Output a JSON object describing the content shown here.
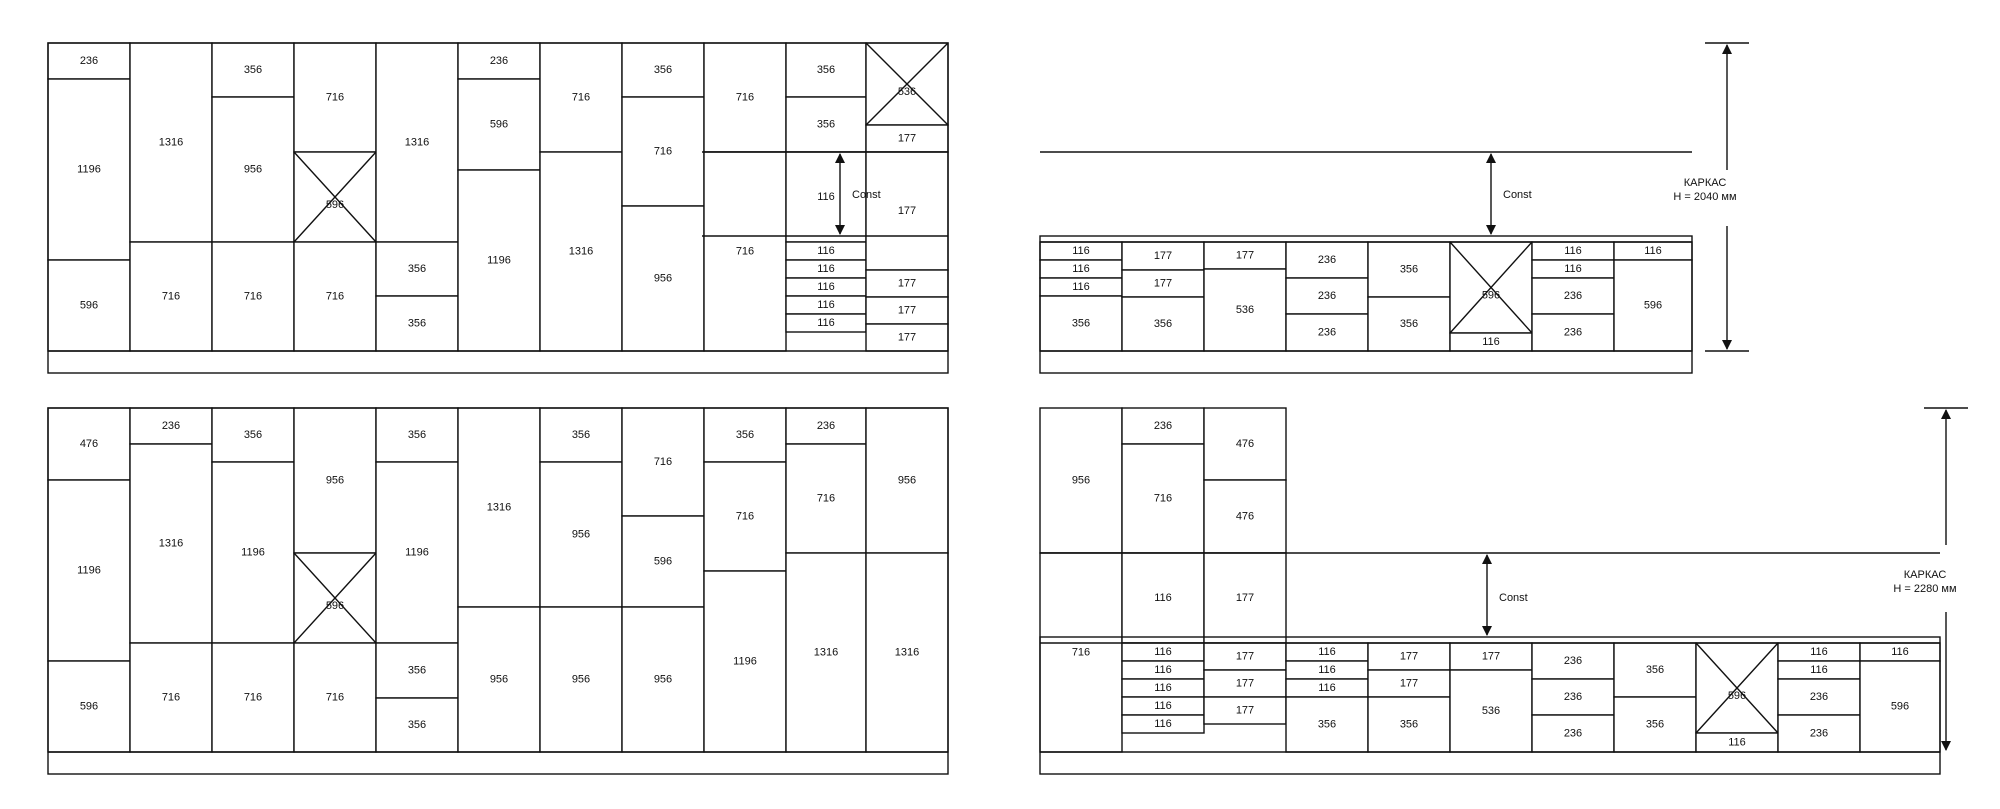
{
  "labels": {
    "const": "Const",
    "karkas": "КАРКАС",
    "h2040": "H = 2040 мм",
    "h2280": "H = 2280 мм"
  },
  "panels": [
    {
      "name": "panel-top-left",
      "columns": [
        [
          "236",
          "1196",
          "596"
        ],
        [
          "1316",
          "716"
        ],
        [
          "356",
          "956",
          "716"
        ],
        [
          "716",
          "X:596",
          "716"
        ],
        [
          "1316",
          "356",
          "356"
        ],
        [
          "236",
          "596",
          "1196"
        ],
        [
          "716",
          "1316"
        ],
        [
          "356",
          "716",
          "956"
        ],
        [
          "716",
          "716"
        ],
        [
          "356",
          "356",
          "116",
          "116",
          "116",
          "116",
          "116",
          "116"
        ],
        [
          "X:536",
          "177",
          "177",
          "177",
          "177",
          "177"
        ]
      ]
    },
    {
      "name": "panel-top-right",
      "columns": [
        [
          "116",
          "116",
          "116",
          "356"
        ],
        [
          "177",
          "177",
          "356"
        ],
        [
          "177",
          "536"
        ],
        [
          "236",
          "236",
          "236"
        ],
        [
          "356",
          "356"
        ],
        [
          "X:596",
          "116"
        ],
        [
          "116",
          "116",
          "236",
          "236"
        ],
        [
          "116",
          "596"
        ]
      ]
    },
    {
      "name": "panel-bottom-left",
      "columns": [
        [
          "476",
          "1196",
          "596"
        ],
        [
          "236",
          "1316",
          "716"
        ],
        [
          "356",
          "1196",
          "716"
        ],
        [
          "956",
          "X:596",
          "716"
        ],
        [
          "356",
          "1196",
          "356",
          "356"
        ],
        [
          "1316",
          "956"
        ],
        [
          "356",
          "956",
          "956"
        ],
        [
          "716",
          "596",
          "956"
        ],
        [
          "356",
          "716",
          "1196"
        ],
        [
          "236",
          "716",
          "1316"
        ],
        [
          "956",
          "1316"
        ]
      ]
    },
    {
      "name": "panel-bottom-right",
      "columns": [
        [
          "956",
          "716"
        ],
        [
          "236",
          "716",
          "116",
          "116",
          "116",
          "116",
          "116",
          "116"
        ],
        [
          "476",
          "476",
          "177",
          "177",
          "177",
          "177"
        ],
        [
          "116",
          "116",
          "116",
          "356"
        ],
        [
          "177",
          "177",
          "356"
        ],
        [
          "177",
          "536"
        ],
        [
          "236",
          "236",
          "236"
        ],
        [
          "356",
          "356"
        ],
        [
          "X:596",
          "116"
        ],
        [
          "116",
          "116",
          "236",
          "236"
        ],
        [
          "116",
          "596"
        ]
      ]
    }
  ]
}
